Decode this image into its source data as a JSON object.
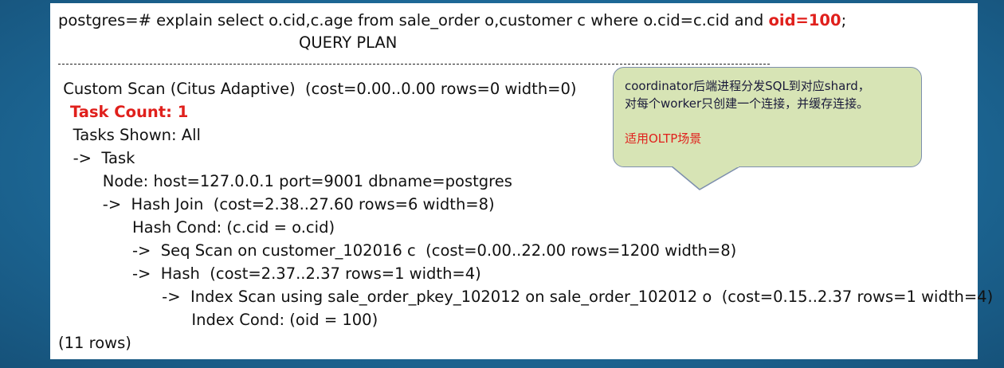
{
  "query": {
    "prefix": "postgres=# explain select o.cid,c.age from sale_order o,customer c where o.cid=c.cid and ",
    "highlight": "oid=100",
    "suffix": ";"
  },
  "header": "QUERY PLAN",
  "plan_lines": [
    " Custom Scan (Citus Adaptive)  (cost=0.00..0.00 rows=0 width=0)",
    "Task Count: 1",
    "   Tasks Shown: All",
    "   ->  Task",
    "         Node: host=127.0.0.1 port=9001 dbname=postgres",
    "         ->  Hash Join  (cost=2.38..27.60 rows=6 width=8)",
    "               Hash Cond: (c.cid = o.cid)",
    "               ->  Seq Scan on customer_102016 c  (cost=0.00..22.00 rows=1200 width=8)",
    "               ->  Hash  (cost=2.37..2.37 rows=1 width=4)",
    "                     ->  Index Scan using sale_order_pkey_102012 on sale_order_102012 o  (cost=0.15..2.37 rows=1 width=4)",
    "                           Index Cond: (oid = 100)"
  ],
  "footer": "(11 rows)",
  "callout": {
    "line1": "coordinator后端进程分发SQL到对应shard，",
    "line2": "对每个worker只创建一个连接，并缓存连接。",
    "line3": "适用OLTP场景"
  },
  "colors": {
    "highlight": "#e0201c",
    "callout_fill": "#d7e4b5",
    "callout_border": "#7d8fad",
    "background": "#1f6f9f"
  }
}
